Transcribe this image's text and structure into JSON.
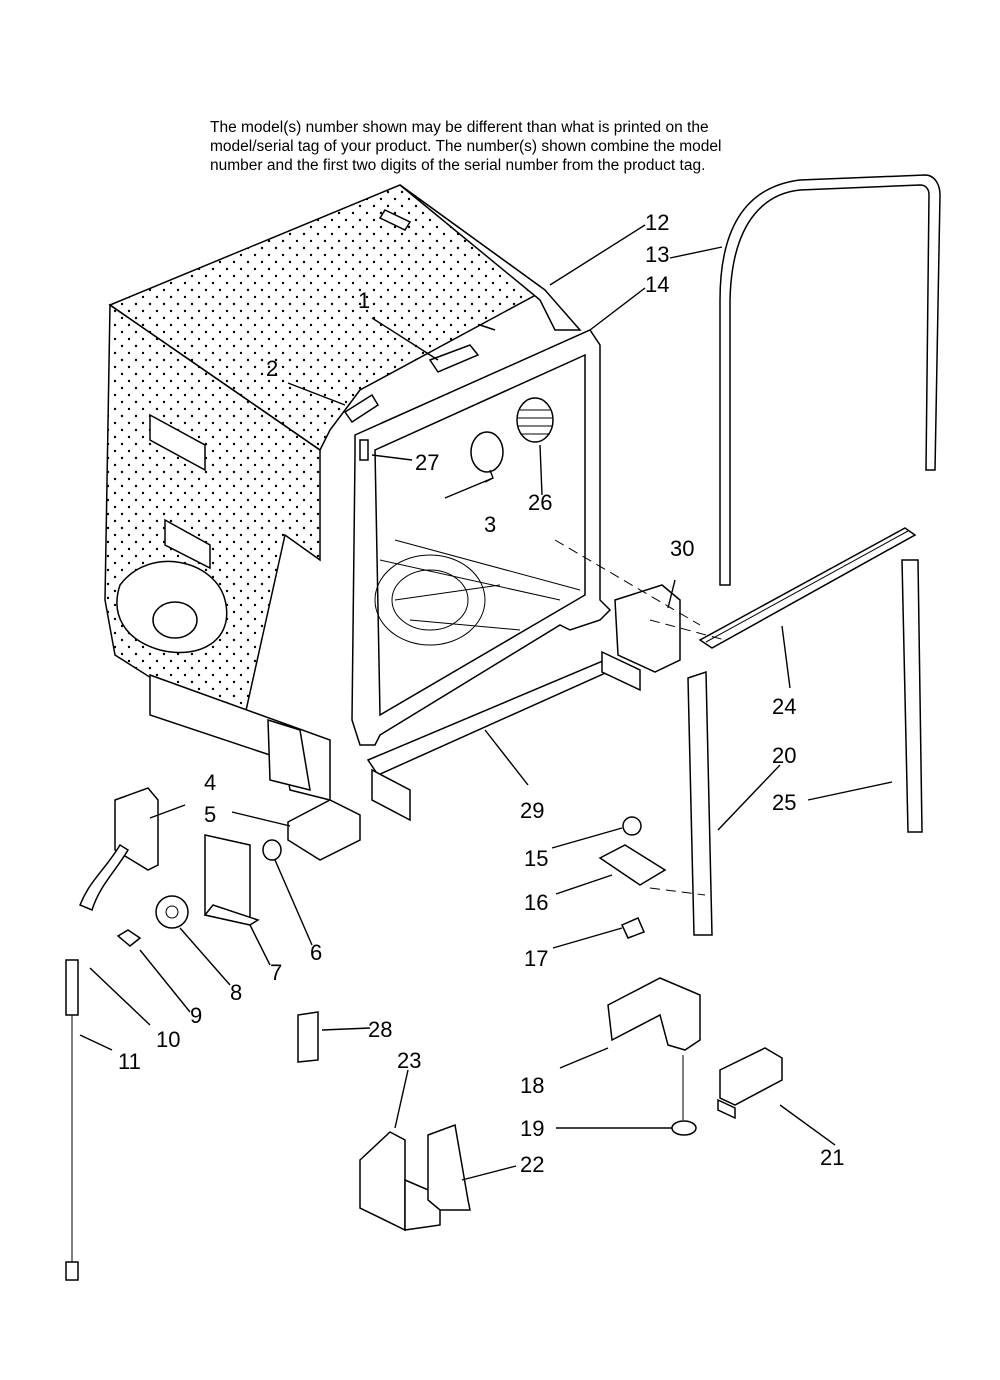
{
  "note": {
    "line1": "The model(s) number shown may be different than what is printed on the",
    "line2": "model/serial tag of your product. The number(s) shown combine the model",
    "line3": "number and the first two digits of the serial number from the product tag."
  },
  "callouts": [
    "1",
    "2",
    "3",
    "4",
    "5",
    "6",
    "7",
    "8",
    "9",
    "10",
    "11",
    "12",
    "13",
    "14",
    "15",
    "16",
    "17",
    "18",
    "19",
    "20",
    "21",
    "22",
    "23",
    "24",
    "25",
    "26",
    "27",
    "28",
    "29",
    "30"
  ]
}
